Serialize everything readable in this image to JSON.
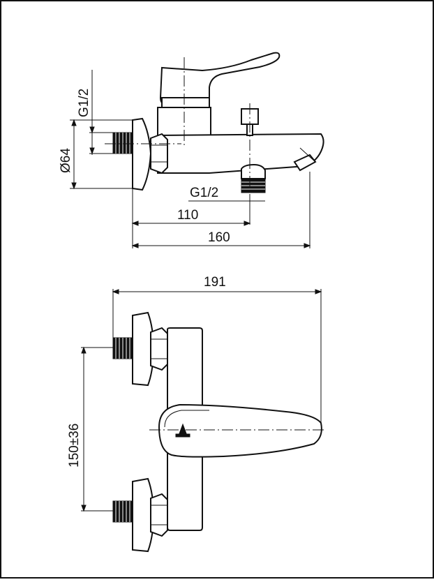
{
  "drawing": {
    "side_view": {
      "thread_inlet_label": "G1/2",
      "flange_diameter_label": "Ø64",
      "thread_outlet_label": "G1/2",
      "dim_110": "110",
      "dim_160": "160"
    },
    "top_view": {
      "dim_191": "191",
      "dim_150_36": "150±36"
    },
    "colors": {
      "stroke": "#111111",
      "background": "#ffffff"
    }
  }
}
